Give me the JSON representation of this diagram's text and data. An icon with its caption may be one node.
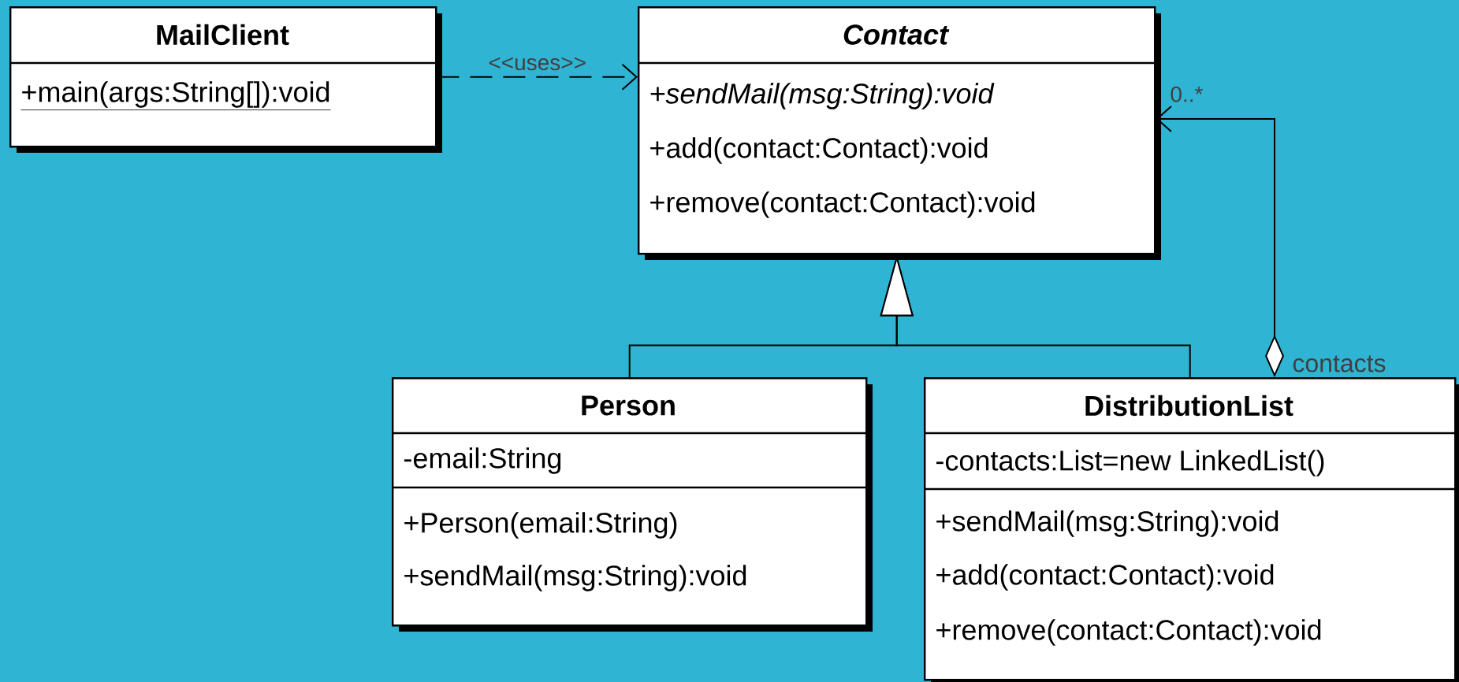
{
  "diagram": {
    "nodes": [
      {
        "text": [
          "MailClient",
          "+main(args:String[]):void"
        ]
      },
      {
        "text": [
          "Contact",
          "+sendMail(msg:String):void",
          "+add(contact:Contact):void",
          "+remove(contact:Contact):void"
        ]
      },
      {
        "text": [
          "Person",
          "-email:String",
          "+Person(email:String)",
          "+sendMail(msg:String):void"
        ]
      },
      {
        "text": [
          "DistributionList",
          "-contacts:List=new LinkedList()",
          "+sendMail(msg:String):void",
          "+add(contact:Contact):void",
          "+remove(contact:Contact):void"
        ]
      }
    ],
    "edges": [
      {
        "from": 0,
        "to": 1,
        "arrow": "to",
        "style": "dashed",
        "label": "<<uses>>"
      },
      {
        "from": 2,
        "to": 1,
        "arrow": "to"
      },
      {
        "from": 3,
        "to": 1,
        "arrow": "to",
        "label": "contacts"
      },
      {
        "from": 3,
        "to": 1,
        "arrow": "to"
      }
    ],
    "labels": [
      "0..*"
    ]
  }
}
